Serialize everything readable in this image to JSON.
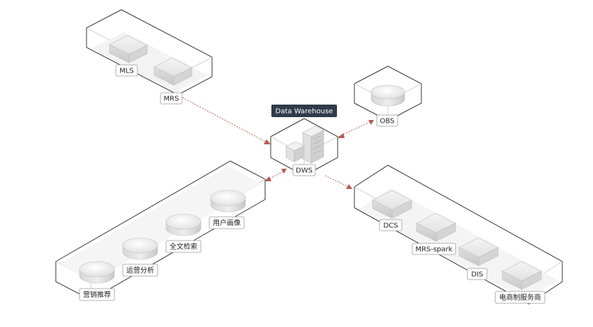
{
  "nodes": {
    "mls": "MLS",
    "mrs": "MRS",
    "obs": "OBS",
    "dws": "DWS",
    "dws_title": "Data Warehouse",
    "dcs": "DCS",
    "mrs_spark": "MRS-spark",
    "dis": "DIS",
    "merchant": "电商制服务商",
    "user_profile": "用户画像",
    "fulltext": "全文检索",
    "ops": "运营分析",
    "marketing": "营销推荐"
  },
  "colors": {
    "connector": "#b55a52",
    "title_bg": "#2f3a4a",
    "group_outline": "#333333"
  }
}
